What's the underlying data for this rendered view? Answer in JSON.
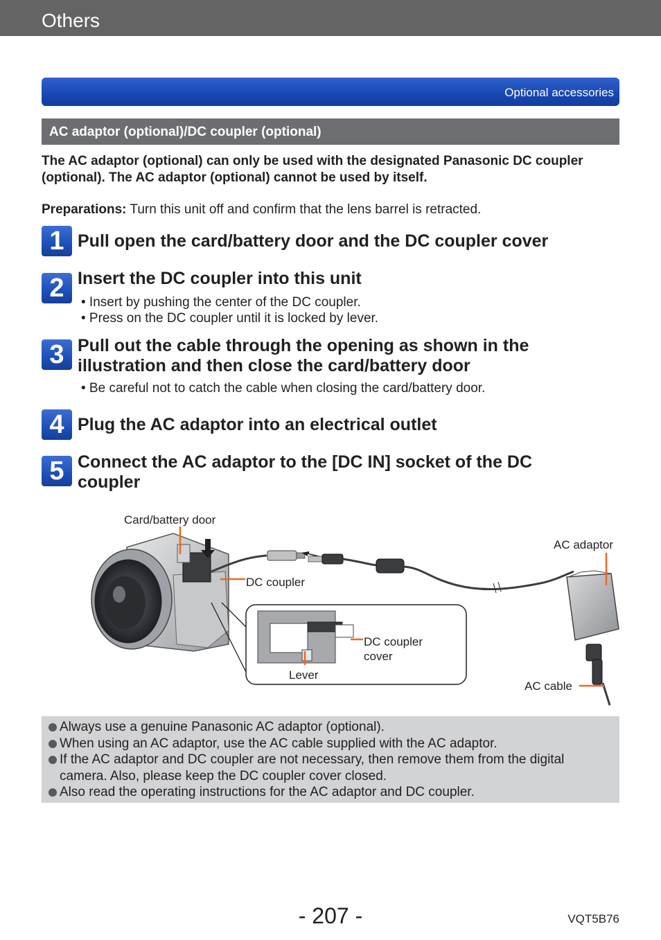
{
  "header": {
    "title": "Others"
  },
  "banner": {
    "label": "Optional accessories"
  },
  "section": {
    "title": "AC adaptor (optional)/DC coupler (optional)"
  },
  "intro": {
    "text": "The AC adaptor (optional) can only be used with the designated Panasonic DC coupler (optional). The AC adaptor (optional) cannot be used by itself."
  },
  "preparations": {
    "label": "Preparations:",
    "text": " Turn this unit off and confirm that the lens barrel is retracted."
  },
  "steps": [
    {
      "num": "1",
      "title": "Pull open the card/battery door and the DC coupler cover",
      "bullets": []
    },
    {
      "num": "2",
      "title": "Insert the DC coupler into this unit",
      "bullets": [
        "• Insert by pushing the center of the DC coupler.",
        "• Press on the DC coupler until it is locked by lever."
      ]
    },
    {
      "num": "3",
      "title": "Pull out the cable through the opening as shown in the illustration and then close the card/battery door",
      "bullets": [
        "• Be careful not to catch the cable when closing the card/battery door."
      ]
    },
    {
      "num": "4",
      "title": "Plug the AC adaptor into an electrical outlet",
      "bullets": []
    },
    {
      "num": "5",
      "title": "Connect the AC adaptor to the [DC IN] socket of the DC coupler",
      "bullets": []
    }
  ],
  "diagram": {
    "card_battery_door": "Card/battery door",
    "dc_coupler": "DC coupler",
    "ac_adaptor": "AC adaptor",
    "dc_coupler_cover_1": "DC coupler",
    "dc_coupler_cover_2": "cover",
    "lever": "Lever",
    "ac_cable": "AC cable"
  },
  "notes": [
    "Always use a genuine Panasonic AC adaptor (optional).",
    "When using an AC adaptor, use the AC cable supplied with the AC adaptor.",
    "If the AC adaptor and DC coupler are not necessary, then remove them from the digital camera. Also, please keep the DC coupler cover closed.",
    "Also read the operating instructions for the AC adaptor and DC coupler."
  ],
  "footer": {
    "page": "- 207 -",
    "model": "VQT5B76"
  },
  "colors": {
    "header_bg": "#646464",
    "banner_blue": "#1a48b5",
    "section_bg": "#6d6e71",
    "callout_orange": "#f26522",
    "notes_bg": "#d1d3d4"
  }
}
